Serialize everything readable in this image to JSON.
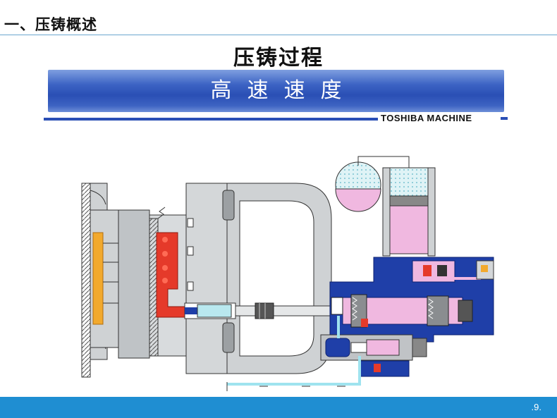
{
  "header": {
    "section_title": "一、压铸概述",
    "main_title": "压铸过程",
    "banner_text": "高速速度",
    "brand": "TOSHIBA MACHINE"
  },
  "footer": {
    "page_number": ".9."
  },
  "colors": {
    "banner_blue": "#2a4fb5",
    "hydraulic_blue": "#1f3fa8",
    "pink": "#f0b8e0",
    "metal_red": "#e53a2a",
    "orange": "#f2a92d",
    "footer_blue": "#1f8ed2",
    "cyan_flow": "#9fe3ef"
  }
}
